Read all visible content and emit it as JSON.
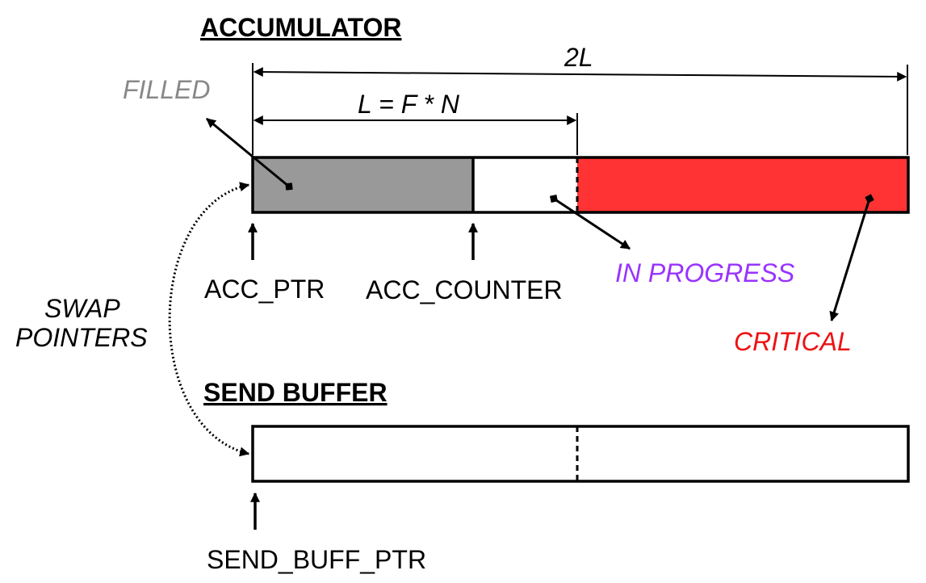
{
  "accumulator": {
    "title": "ACCUMULATOR",
    "span_total_label": "2L",
    "span_window_label": "L = F * N",
    "regions": {
      "filled": {
        "label": "FILLED",
        "color": "#999999"
      },
      "in_progress": {
        "label": "IN PROGRESS",
        "color": "#9933ff"
      },
      "critical": {
        "label": "CRITICAL",
        "color": "#ff3333",
        "label_color": "#ee1111"
      }
    },
    "pointers": {
      "acc_ptr": "ACC_PTR",
      "acc_counter": "ACC_COUNTER"
    }
  },
  "swap": {
    "line1": "SWAP",
    "line2": "POINTERS"
  },
  "send_buffer": {
    "title": "SEND BUFFER",
    "pointer": "SEND_BUFF_PTR"
  },
  "colors": {
    "stroke": "#000000",
    "filled_label": "#888888"
  }
}
